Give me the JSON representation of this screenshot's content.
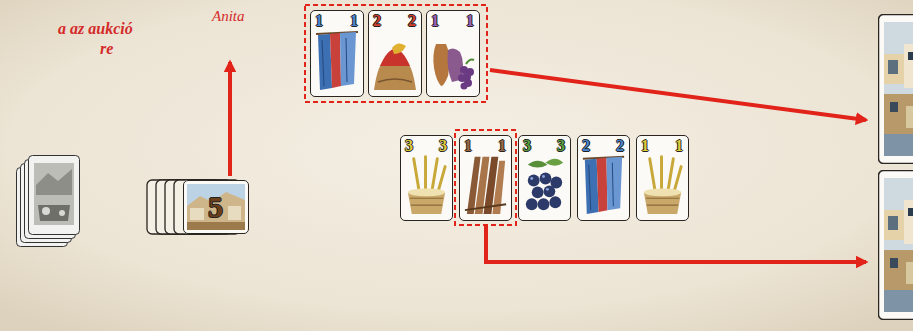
{
  "diagram": {
    "nodes": [
      {
        "text": [
          "1",
          "1"
        ]
      },
      {
        "text": [
          "2",
          "2"
        ]
      },
      {
        "text": [
          "1",
          "1"
        ]
      },
      {
        "text": [
          "5"
        ]
      },
      {
        "text": [
          "3",
          "3"
        ]
      },
      {
        "text": [
          "1",
          "1"
        ]
      },
      {
        "text": [
          "3",
          "3"
        ]
      },
      {
        "text": [
          "2",
          "2"
        ]
      },
      {
        "text": [
          "1",
          "1"
        ]
      }
    ],
    "labels": [
      "a az aukció",
      "re",
      "Anita"
    ]
  }
}
